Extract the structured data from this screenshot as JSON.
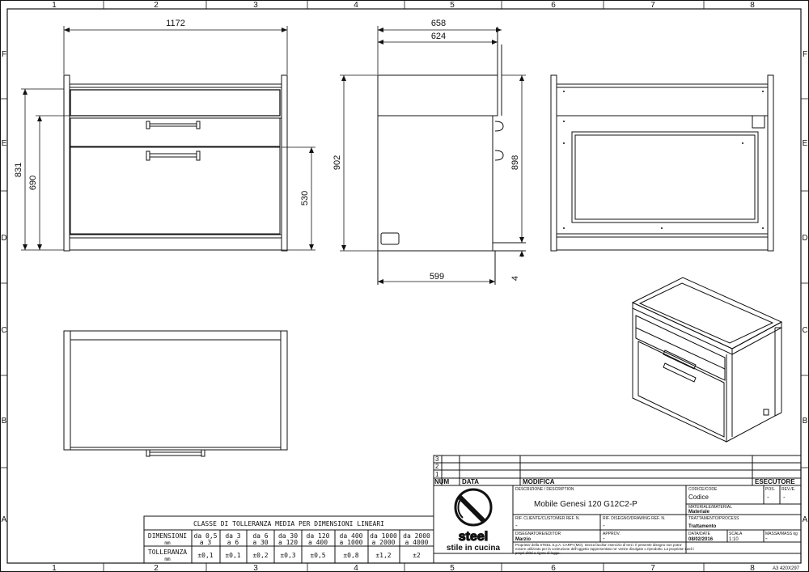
{
  "border": {
    "cols": [
      "1",
      "2",
      "3",
      "4",
      "5",
      "6",
      "7",
      "8"
    ],
    "rows": [
      "F",
      "E",
      "D",
      "C",
      "B",
      "A"
    ]
  },
  "dimensions": {
    "front_width": "1172",
    "front_height_total": "831",
    "front_height_mid": "690",
    "front_height_right": "530",
    "side_width_outer": "658",
    "side_width_inner": "624",
    "side_height_left": "902",
    "side_height_right": "898",
    "side_bottom_width": "599",
    "side_bottom_gap": "4"
  },
  "revisions": {
    "rows": [
      "3",
      "2",
      "1"
    ],
    "num_header": "NUM",
    "date_header": "DATA",
    "mod_header": "MODIFICA",
    "exec_header": "ESECUTORE"
  },
  "title_block": {
    "desc_label": "DESCRIZIONE / DESCRIPTION",
    "desc_value": "Mobile Genesi 120  G12C2-P",
    "code_label": "CODICE/CODE",
    "code_value": "Codice",
    "pos_label": "POS.",
    "pos_value": "-",
    "rev_label": "REV./E.",
    "rev_value": "-",
    "material_label": "MATERIALE/MATERIAL",
    "material_value": "Materiale",
    "treatment_label": "TRATTAMENTO/PROCESS",
    "treatment_value": "Trattamento",
    "cliente_label": "RIF. CLIENTE/CUSTOMER REF. N.",
    "cliente_value": "-",
    "disegno_label": "RIF. DISEGNO/DRAWING REF. N.",
    "disegno_value": "-",
    "designer_label": "DISEGNATORE/EDITOR",
    "designer_value": "Marzio",
    "approv_label": "APPROV.",
    "approv_value": "-",
    "date_label": "DATA/DATE",
    "date_value": "08/02/2016",
    "scale_label": "SCALA",
    "scale_value": "1:10",
    "mass_label": "MASSA/MASS kg",
    "mass_value": "-",
    "logo_text": "steel",
    "logo_tagline": "stile in cucina",
    "disclaimer_1": "Proprieta' della STEEL S.p.A. CARPI (MO). Senza facolta' esercizio di terzi. Il presente disegno non potra'",
    "disclaimer_2": "essere utilizzato per la costruzione dell'oggetto rappresentato ne' venire divulgato o riprodotto. La proprieta' tuteli i",
    "disclaimer_3": "propri diritti a rigore di legge.",
    "sheet_size": "A3 420X297"
  },
  "tolerance": {
    "title": "CLASSE DI TOLLERANZA MEDIA PER DIMENSIONI LINEARI",
    "dim_label": "DIMENSIONI",
    "dim_unit": "mm",
    "tol_label": "TOLLERANZA",
    "tol_unit": "mm",
    "ranges_top": [
      "da 0,5",
      "da 3",
      "da 6",
      "da 30",
      "da 120",
      "da 400",
      "da 1000",
      "da 2000"
    ],
    "ranges_bottom": [
      "a 3",
      "a 6",
      "a 30",
      "a 120",
      "a 400",
      "a 1000",
      "a 2000",
      "a 4000"
    ],
    "tolerances": [
      "±0,1",
      "±0,1",
      "±0,2",
      "±0,3",
      "±0,5",
      "±0,8",
      "±1,2",
      "±2"
    ]
  }
}
